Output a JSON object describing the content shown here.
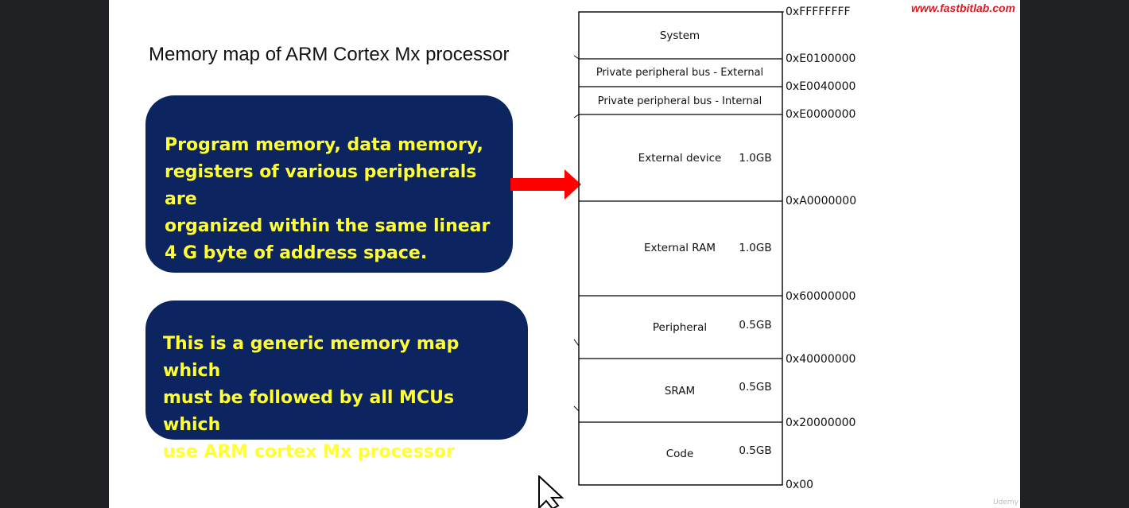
{
  "slide": {
    "title": "Memory map of ARM Cortex Mx processor",
    "watermark": "www.fastbitlab.com",
    "udemy_mark": "Udemy"
  },
  "callouts": [
    {
      "text": "Program memory, data memory,\nregisters of various peripherals are\norganized within the same linear\n4 G byte of address space."
    },
    {
      "text": "This is a generic memory map which\nmust be followed by all MCUs which\nuse ARM cortex Mx processor"
    }
  ],
  "memory_map": {
    "regions": [
      {
        "name": "System",
        "size": ""
      },
      {
        "name": "Private peripheral bus - External",
        "size": ""
      },
      {
        "name": "Private peripheral bus - Internal",
        "size": ""
      },
      {
        "name": "External device",
        "size": "1.0GB"
      },
      {
        "name": "External RAM",
        "size": "1.0GB"
      },
      {
        "name": "Peripheral",
        "size": "0.5GB"
      },
      {
        "name": "SRAM",
        "size": "0.5GB"
      },
      {
        "name": "Code",
        "size": "0.5GB"
      }
    ],
    "addresses": [
      "0xFFFFFFFF",
      "0xE0100000",
      "0xE0040000",
      "0xE0000000",
      "0xA0000000",
      "0x60000000",
      "0x40000000",
      "0x20000000",
      "0x00"
    ]
  },
  "colors": {
    "callout_bg": "#0c2460",
    "callout_text": "#ffff33",
    "arrow": "#ff0000",
    "watermark": "#d81b22"
  }
}
